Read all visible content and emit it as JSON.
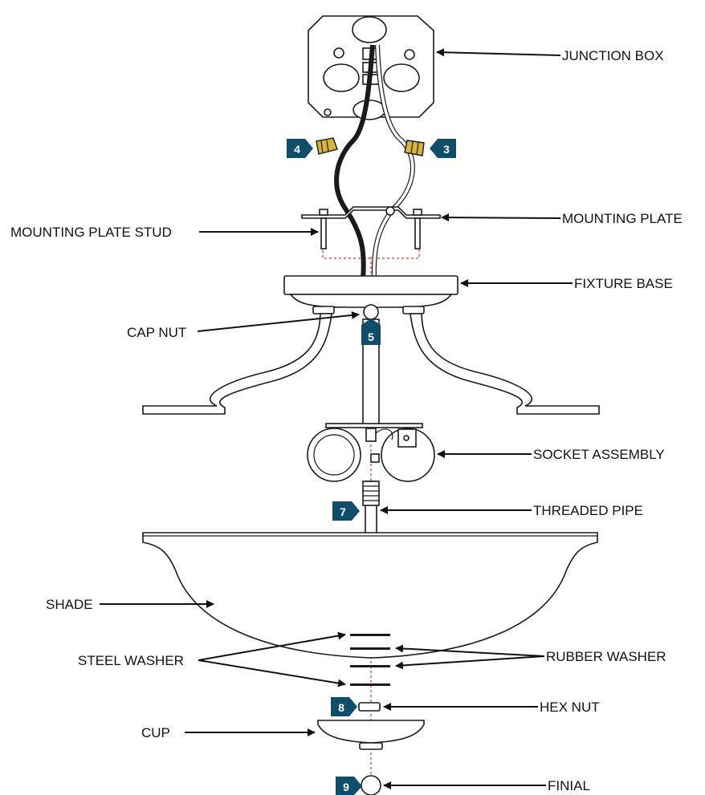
{
  "colors": {
    "badge": "#0e4e6b",
    "axis_line": "#d4001a",
    "hot_wire": "#1a1a1a",
    "wire_nut": "#d8b43a"
  },
  "labels": {
    "junction_box": "JUNCTION BOX",
    "mounting_plate": "MOUNTING PLATE",
    "mounting_plate_stud": "MOUNTING PLATE STUD",
    "fixture_base": "FIXTURE BASE",
    "cap_nut": "CAP NUT",
    "socket_assembly": "SOCKET ASSEMBLY",
    "threaded_pipe": "THREADED PIPE",
    "shade": "SHADE",
    "steel_washer": "STEEL WASHER",
    "rubber_washer": "RUBBER WASHER",
    "hex_nut": "HEX NUT",
    "cup": "CUP",
    "finial": "FINIAL"
  },
  "steps": {
    "wire_left": "4",
    "wire_right": "3",
    "cap_nut": "5",
    "threaded_pipe": "7",
    "hex_nut": "8",
    "finial": "9"
  }
}
